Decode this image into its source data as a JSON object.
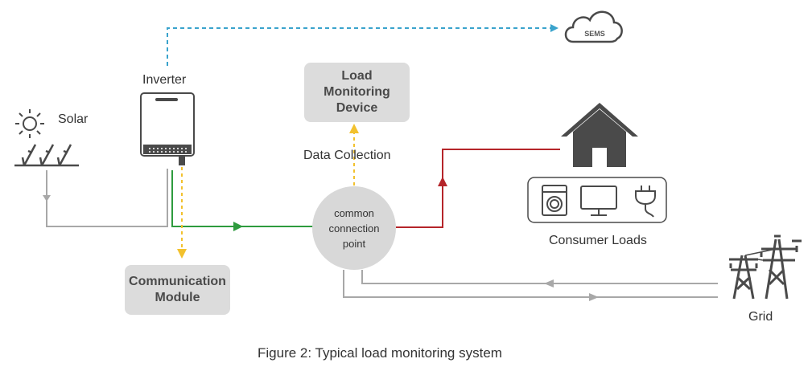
{
  "diagram": {
    "solar_label": "Solar",
    "inverter_label": "Inverter",
    "sems_label": "SEMS",
    "load_monitoring_device": [
      "Load",
      "Monitoring",
      "Device"
    ],
    "data_collection_label": "Data Collection",
    "common_connection_point": [
      "common",
      "connection",
      "point"
    ],
    "communication_module": [
      "Communication",
      "Module"
    ],
    "consumer_loads_label": "Consumer Loads",
    "grid_label": "Grid",
    "caption": "Figure 2: Typical load monitoring system"
  },
  "icons": [
    "sun-icon",
    "solar-panel-icon",
    "inverter-icon",
    "cloud-icon",
    "house-icon",
    "washing-machine-icon",
    "monitor-icon",
    "plug-icon",
    "transmission-tower-icon"
  ],
  "colors": {
    "green_line": "#2e9b3e",
    "red_line": "#b5252a",
    "gray_line": "#a8a8a8",
    "yellow_dotted": "#f2c12e",
    "blue_dashed": "#3aa3cc",
    "box_fill": "#dcdcdc",
    "icon_dark": "#4a4a4a"
  }
}
